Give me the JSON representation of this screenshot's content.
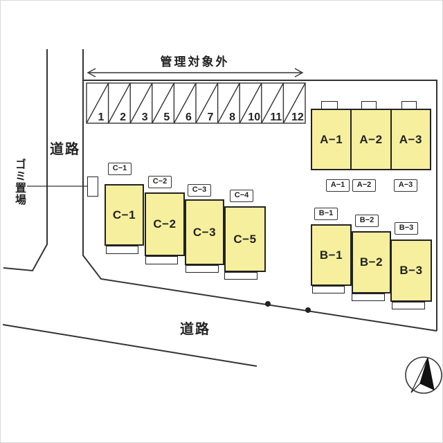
{
  "labels": {
    "top_arrow": "管理対象外",
    "road_left": "道路",
    "road_bottom": "道路",
    "garbage_area": "ゴミ置場"
  },
  "parking_spaces": [
    "1",
    "2",
    "3",
    "5",
    "6",
    "7",
    "8",
    "10",
    "11",
    "12"
  ],
  "groups": {
    "a": {
      "units": [
        "A−1",
        "A−2",
        "A−3"
      ],
      "tags": [
        "A−1",
        "A−2",
        "A−3"
      ]
    },
    "b": {
      "units": [
        "B−1",
        "B−2",
        "B−3"
      ],
      "tags": [
        "B−1",
        "B−2",
        "B−3"
      ]
    },
    "c": {
      "units": [
        "C−1",
        "C−2",
        "C−3",
        "C−5"
      ],
      "tags": [
        "C−1",
        "C−2",
        "C−3",
        "C−4"
      ]
    }
  },
  "colors": {
    "building_fill": "#f6ef9d",
    "line": "#333333",
    "text": "#222222"
  }
}
